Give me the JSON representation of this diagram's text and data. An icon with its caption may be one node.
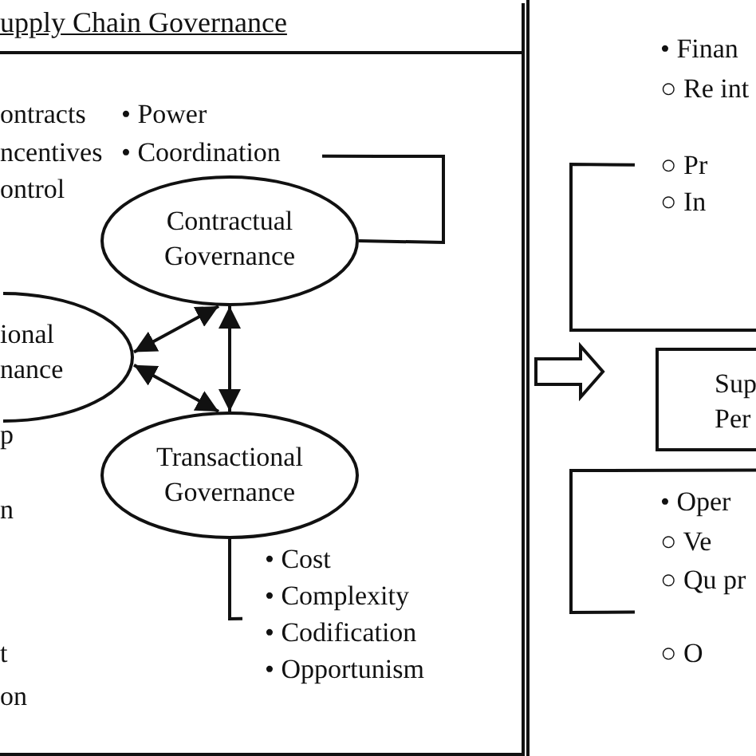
{
  "diagram": {
    "title": "upply Chain Governance",
    "nodes": [
      {
        "text": [],
        "shape": "box"
      },
      {
        "text": [
          "Contractual Governance"
        ],
        "in": 0
      },
      {
        "text": [
          "ional nance"
        ],
        "in": 0
      },
      {
        "text": [
          "Transactional Governance"
        ],
        "in": 0
      },
      {
        "text": [
          "Sup Per"
        ]
      },
      {
        "text": [
          "• Power",
          "• Coordination"
        ],
        "in": 0
      },
      {
        "text": [
          "• Cost",
          "• Complexity",
          "• Codification",
          "• Opportunism"
        ],
        "in": 0
      },
      {
        "text": [
          "• Finan",
          "○ Re int",
          "○ Pr",
          "○ In"
        ]
      },
      {
        "text": [
          "• Oper",
          "○ Ve",
          "○ Qu pr",
          "○ O"
        ]
      }
    ],
    "edges": [
      {
        "from": 1,
        "to": 2,
        "arrow": "both"
      },
      {
        "from": 3,
        "to": 2,
        "arrow": "both"
      },
      {
        "from": 1,
        "to": 3,
        "arrow": "both"
      },
      {
        "from": 1,
        "to": 5,
        "arrow": "none"
      },
      {
        "from": 3,
        "to": 6,
        "arrow": "none"
      },
      {
        "from": 7,
        "to": 4,
        "arrow": "none"
      },
      {
        "from": 8,
        "to": 4,
        "arrow": "none"
      },
      {
        "from": 0,
        "to": 4,
        "arrow": "to",
        "style": "thick"
      }
    ],
    "labels": [
      "ontracts",
      "ncentives",
      "ontrol",
      "p",
      "n",
      "t",
      "on"
    ]
  }
}
